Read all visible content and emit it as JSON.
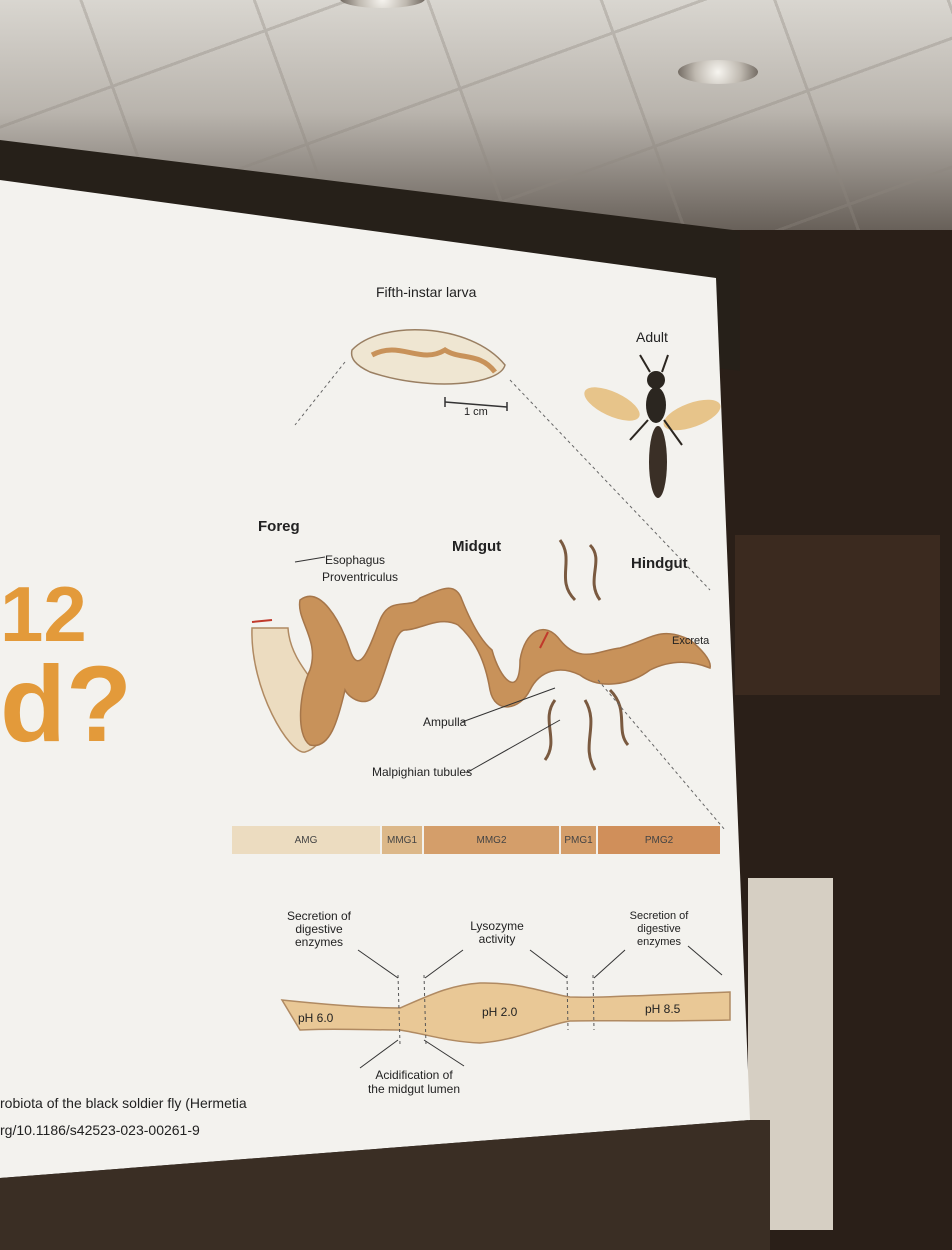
{
  "slide": {
    "heading_fragment_1": "12",
    "heading_fragment_2": "d?",
    "larva_label": "Fifth-instar larva",
    "scale_label": "1 cm",
    "adult_label": "Adult",
    "foregut_label": "Foreg",
    "midgut_label": "Midgut",
    "hindgut_label": "Hindgut",
    "esophagus_label": "Esophagus",
    "proventriculus_label": "Proventriculus",
    "excreta_label": "Excreta",
    "ampulla_label": "Ampulla",
    "malpighian_label": "Malpighian tubules",
    "segments": [
      "AMG",
      "MMG1",
      "MMG2",
      "PMG1",
      "PMG2"
    ],
    "secretion_left": "Secretion of digestive enzymes",
    "lysozyme": "Lysozyme activity",
    "secretion_right": "Secretion of digestive enzymes",
    "ph_1": "pH 6.0",
    "ph_2": "pH 2.0",
    "ph_3": "pH 8.5",
    "acidification": "Acidification of the midgut lumen",
    "citation_line_1": "robiota of the black soldier fly (Hermetia",
    "citation_line_2": "rg/10.1186/s42523-023-00261-9"
  },
  "colors": {
    "gut": "#c8925a",
    "gut_light": "#ecdcc0",
    "accent_orange": "#e39a3a",
    "screen": "#f3f2ee"
  }
}
